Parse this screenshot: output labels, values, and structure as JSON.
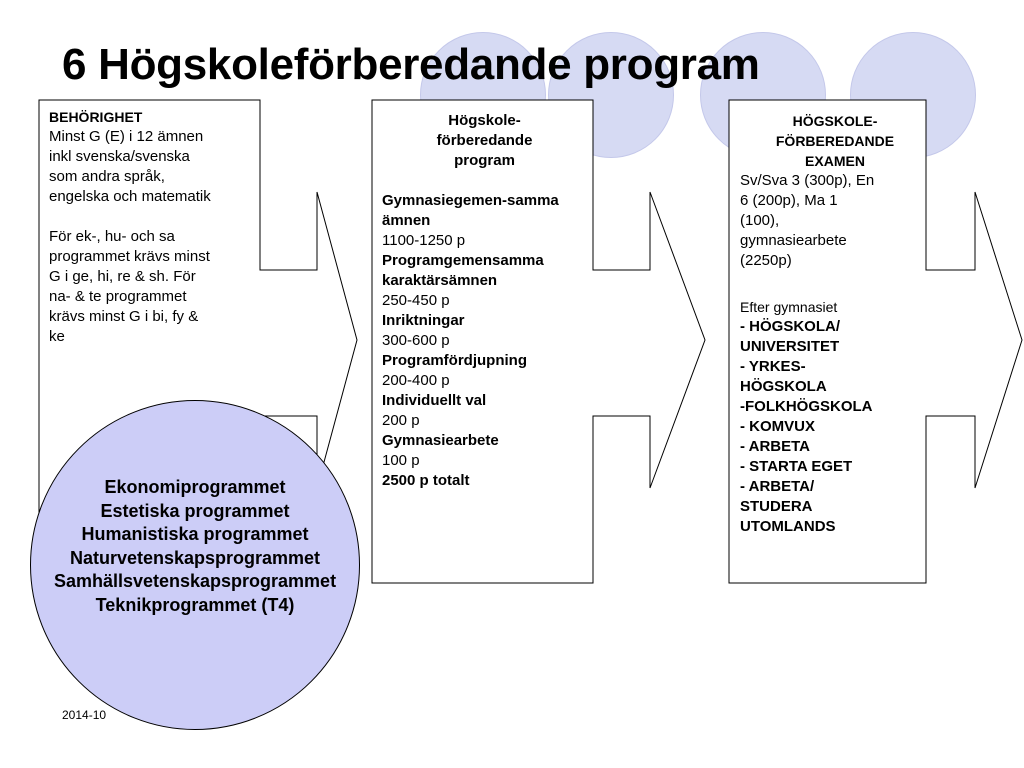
{
  "title": "6 Högskoleförberedande program",
  "footer_date": "2014-10",
  "colors": {
    "deco_circle": "#d6daf3",
    "program_circle": "#cccdf7",
    "box_border": "#000000",
    "background": "#ffffff"
  },
  "box1": {
    "heading": "BEHÖRIGHET",
    "lines": [
      "Minst G (E) i 12 ämnen",
      "inkl svenska/svenska",
      "som andra språk,",
      "engelska och matematik",
      "",
      "För ek-, hu- och sa",
      "programmet krävs minst",
      "G i ge, hi, re & sh. För",
      "na- & te programmet",
      "krävs minst G i bi, fy &",
      "ke"
    ]
  },
  "box2": {
    "heading_lines": [
      "Högskole-",
      "förberedande",
      "program"
    ],
    "items": [
      {
        "label": "Gymnasiegemen-samma ämnen",
        "value": "1100-1250 p"
      },
      {
        "label": "Programgemensamma karaktärsämnen",
        "value": "250-450 p"
      },
      {
        "label": "Inriktningar",
        "value": "300-600 p"
      },
      {
        "label": "Programfördjupning",
        "value": "200-400 p"
      },
      {
        "label": "Individuellt val",
        "value": "200 p"
      },
      {
        "label": "Gymnasiearbete",
        "value": "100 p"
      }
    ],
    "total": "2500 p totalt"
  },
  "box3": {
    "heading_lines": [
      "HÖGSKOLE-",
      "FÖRBEREDANDE",
      "EXAMEN"
    ],
    "exam_lines": [
      "Sv/Sva 3 (300p), En",
      "6 (200p),  Ma 1",
      "(100),",
      "gymnasiearbete",
      "(2250p)"
    ],
    "after_label": "Efter gymnasiet",
    "options": [
      "- HÖGSKOLA/",
      "UNIVERSITET",
      "- YRKES-",
      "HÖGSKOLA",
      "-FOLKHÖGSKOLA",
      "- KOMVUX",
      "- ARBETA",
      "- STARTA EGET",
      "- ARBETA/",
      "STUDERA",
      "UTOMLANDS"
    ]
  },
  "programs": [
    "Ekonomiprogrammet",
    "Estetiska programmet",
    "Humanistiska programmet",
    "Naturvetenskapsprogrammet",
    "Samhällsvetenskapsprogrammet",
    "Teknikprogrammet (T4)"
  ]
}
